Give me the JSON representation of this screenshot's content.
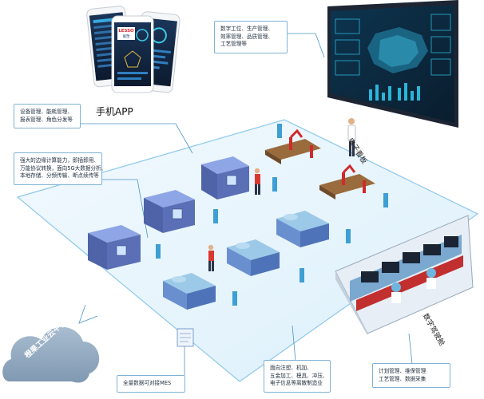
{
  "phone_app": {
    "label": "手机APP",
    "logo": "LESSO",
    "logo_sub": "联塑"
  },
  "kanban": {
    "label": "电子看板",
    "note": [
      "数字工位、生产管理、",
      "效率管理、品质管理、",
      "工艺管理等"
    ]
  },
  "device_note": [
    "设备管理、能耗管理、",
    "报表管理、角色分发等"
  ],
  "edge_note": [
    "强大的边缘计算能力，即插即用、",
    "万能协议转换，面向5G大数据分析、",
    "本地存储、分频传输、断点续传等"
  ],
  "mes_note": [
    "全量数据可对接MES"
  ],
  "industry_note": [
    "面向注塑、机加、",
    "五金加工、模具、冲压、",
    "电子信息等离散制造业"
  ],
  "cockpit": {
    "label": "数字驾驶舱",
    "note": [
      "计划管理、维保管理",
      "工艺管理、数据采集"
    ]
  },
  "cloud": {
    "label": "橙果工业云平台"
  },
  "colors": {
    "platform_fill": "#eaf6fd",
    "platform_border": "#8cc8ec",
    "connector": "#4a94c9",
    "machine_body": "#5b6fb6",
    "machine_panel": "#8ea6e6",
    "robot": "#cf2b2b",
    "press_body": "#4f73b8",
    "cloud": "#8fa8bf",
    "board_frame": "#1d2533",
    "board_screen": "#0b2a3c"
  }
}
